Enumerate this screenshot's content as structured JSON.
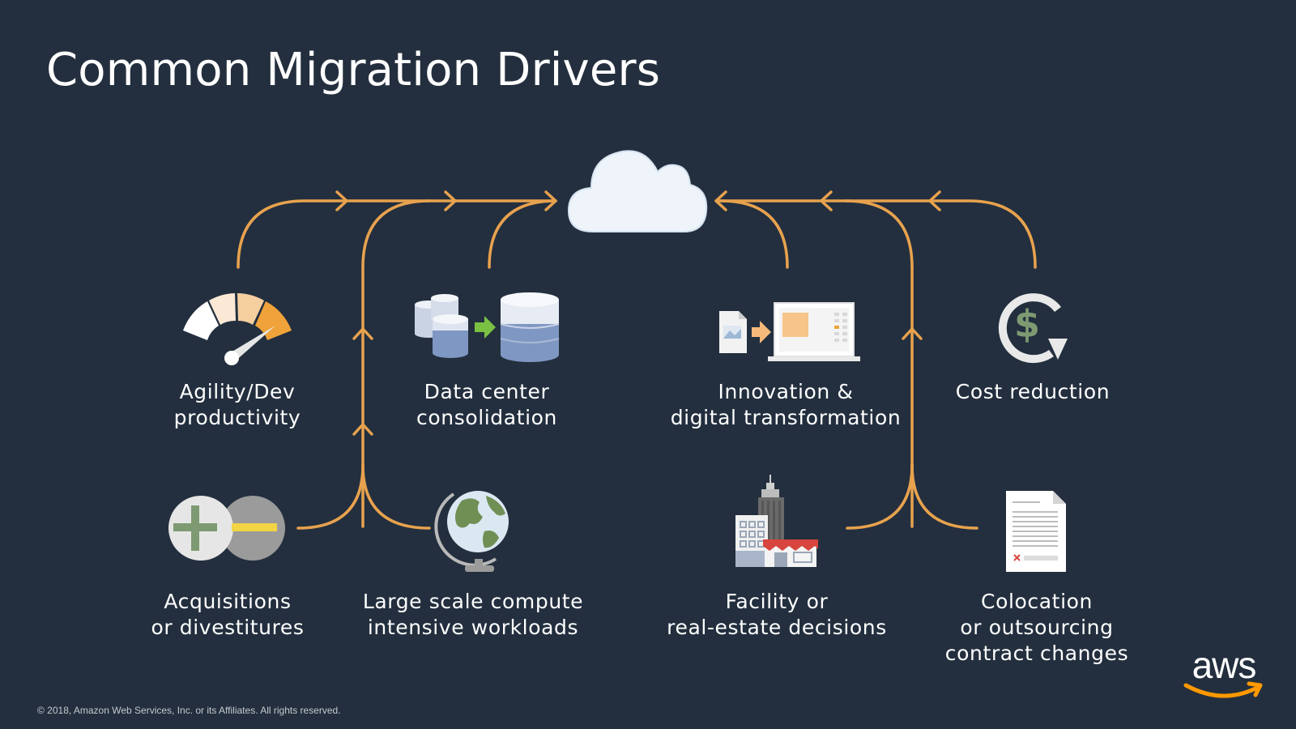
{
  "title": "Common Migration Drivers",
  "drivers": [
    {
      "id": "agility",
      "lines": [
        "Agility/Dev",
        "productivity"
      ],
      "icon": "speedometer-icon"
    },
    {
      "id": "datacenter",
      "lines": [
        "Data center",
        "consolidation"
      ],
      "icon": "database-consolidation-icon"
    },
    {
      "id": "innovation",
      "lines": [
        "Innovation &",
        "digital transformation"
      ],
      "icon": "document-to-laptop-icon"
    },
    {
      "id": "cost",
      "lines": [
        "Cost reduction"
      ],
      "icon": "dollar-refresh-icon"
    },
    {
      "id": "acquisitions",
      "lines": [
        "Acquisitions",
        "or divestitures"
      ],
      "icon": "plus-minus-icon"
    },
    {
      "id": "compute",
      "lines": [
        "Large scale compute",
        "intensive workloads"
      ],
      "icon": "globe-icon"
    },
    {
      "id": "facility",
      "lines": [
        "Facility or",
        "real-estate decisions"
      ],
      "icon": "city-buildings-icon"
    },
    {
      "id": "colocation",
      "lines": [
        "Colocation",
        "or outsourcing",
        "contract changes"
      ],
      "icon": "contract-document-icon"
    }
  ],
  "target_icon": "cloud-icon",
  "footer": {
    "copyright": "© 2018, Amazon Web Services, Inc. or its Affiliates. All rights reserved.",
    "logo_text": "aws"
  },
  "colors": {
    "background": "#232f3e",
    "flow_line": "#e8a24e",
    "text": "#ffffff",
    "aws_smile": "#ff9900"
  }
}
